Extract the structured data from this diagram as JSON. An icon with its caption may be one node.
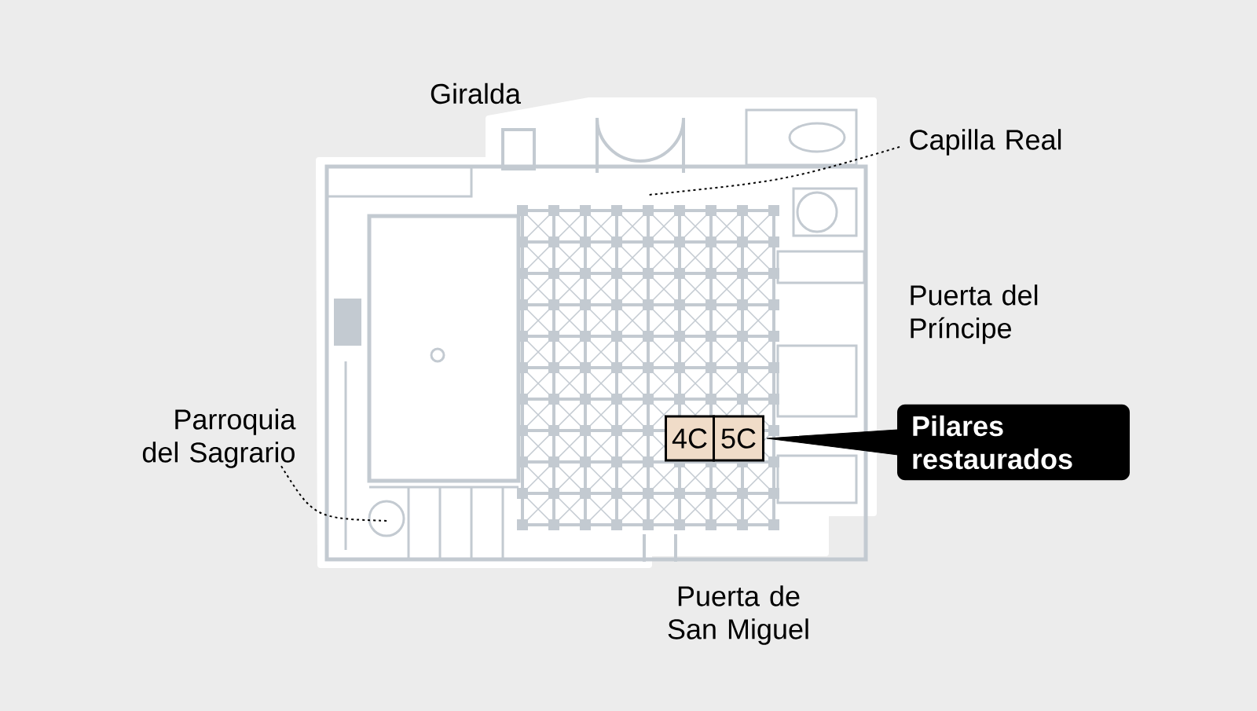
{
  "diagram": {
    "nodes": [
      {
        "text": [
          "Capilla Real"
        ]
      },
      {
        "text": [
          "Parroquia del Sagrario"
        ]
      },
      {
        "text": [
          "4C"
        ]
      },
      {
        "text": [
          "5C"
        ]
      },
      {
        "text": [
          "Pilares restaurados"
        ]
      }
    ],
    "edges": [
      {
        "from": 0,
        "to": null,
        "arrow": "none",
        "style": "dashed"
      },
      {
        "from": 1,
        "to": null,
        "arrow": "none",
        "style": "dashed"
      },
      {
        "from": 4,
        "to": 3,
        "arrow": "to"
      }
    ],
    "labels": [
      "Giralda",
      "Puerta del Príncipe",
      "Puerta de San Miguel"
    ]
  }
}
